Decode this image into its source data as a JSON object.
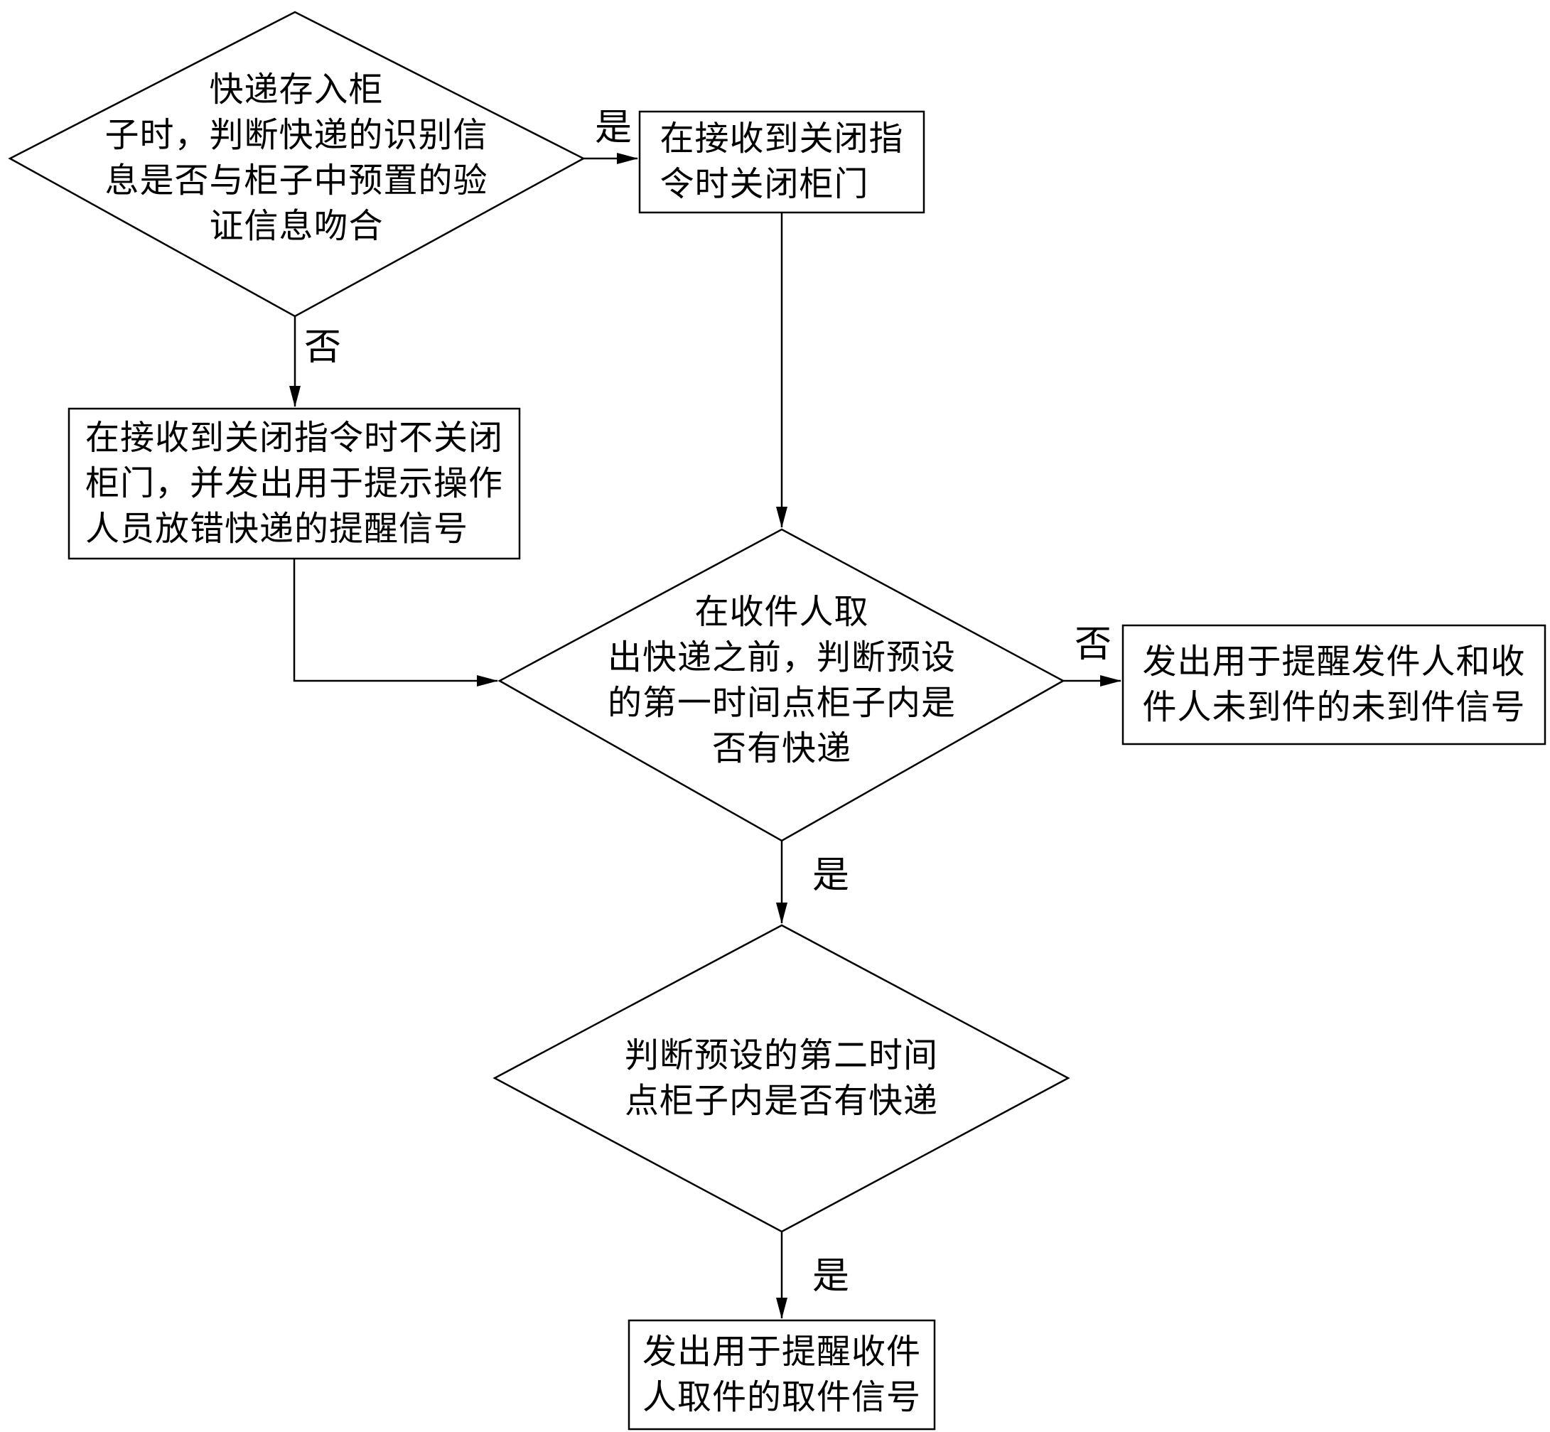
{
  "flowchart": {
    "nodes": {
      "decision_store": {
        "type": "decision",
        "text": "快递存入柜\n子时，判断快递的识别信\n息是否与柜子中预置的验\n证信息吻合"
      },
      "process_close": {
        "type": "process",
        "text": "在接收到关闭指\n令时关闭柜门"
      },
      "process_keep_open": {
        "type": "process",
        "text": "在接收到关闭指令时不关闭\n柜门，并发出用于提示操作\n人员放错快递的提醒信号"
      },
      "decision_first_time": {
        "type": "decision",
        "text": "在收件人取\n出快递之前，判断预设\n的第一时间点柜子内是\n否有快递"
      },
      "process_not_arrived": {
        "type": "process",
        "text": "发出用于提醒发件人和收\n件人未到件的未到件信号"
      },
      "decision_second_time": {
        "type": "decision",
        "text": "判断预设的第二时间\n点柜子内是否有快递"
      },
      "process_pickup": {
        "type": "process",
        "text": "发出用于提醒收件\n人取件的取件信号"
      }
    },
    "edge_labels": {
      "store_yes": "是",
      "store_no": "否",
      "first_no": "否",
      "first_yes": "是",
      "second_yes": "是"
    },
    "colors": {
      "stroke": "#000000",
      "background": "#ffffff",
      "text": "#000000"
    }
  }
}
